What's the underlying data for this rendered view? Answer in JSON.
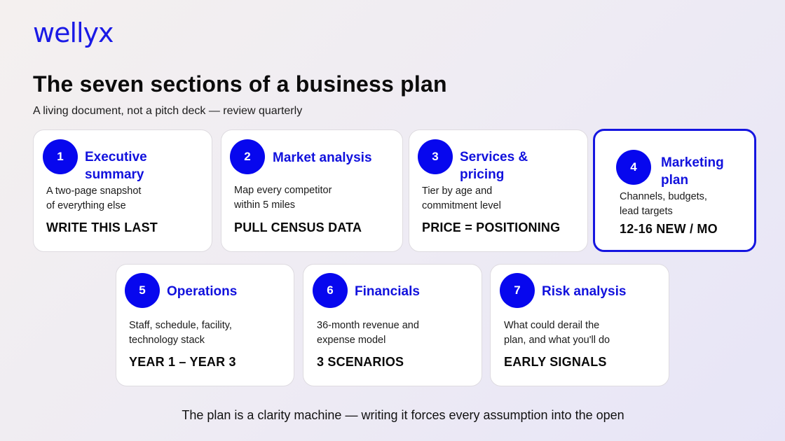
{
  "brand": {
    "logo": "wellyx",
    "accent_color": "#1515e0"
  },
  "header": {
    "title": "The seven sections of a business plan",
    "subtitle": "A living document, not a pitch deck — review quarterly"
  },
  "sections": [
    {
      "number": "1",
      "title": "Executive summary",
      "title_lines": [
        "Executive",
        "summary"
      ],
      "description_lines": [
        "A two-page snapshot",
        "of everything else"
      ],
      "tag": "WRITE THIS LAST",
      "highlighted": false
    },
    {
      "number": "2",
      "title": "Market analysis",
      "title_lines": [
        "Market analysis"
      ],
      "description_lines": [
        "Map every competitor",
        "within 5 miles"
      ],
      "tag": "PULL CENSUS DATA",
      "highlighted": false
    },
    {
      "number": "3",
      "title": "Services & pricing",
      "title_lines": [
        "Services &",
        "pricing"
      ],
      "description_lines": [
        "Tier by age and",
        "commitment level"
      ],
      "tag": "PRICE = POSITIONING",
      "highlighted": false
    },
    {
      "number": "4",
      "title": "Marketing plan",
      "title_lines": [
        "Marketing",
        "plan"
      ],
      "description_lines": [
        "Channels, budgets,",
        "lead targets"
      ],
      "tag": "12-16 NEW / MO",
      "highlighted": true
    },
    {
      "number": "5",
      "title": "Operations",
      "title_lines": [
        "Operations"
      ],
      "description_lines": [
        "Staff, schedule, facility,",
        "technology stack"
      ],
      "tag": "YEAR 1 – YEAR 3",
      "highlighted": false
    },
    {
      "number": "6",
      "title": "Financials",
      "title_lines": [
        "Financials"
      ],
      "description_lines": [
        "36-month revenue and",
        "expense model"
      ],
      "tag": "3 SCENARIOS",
      "highlighted": false
    },
    {
      "number": "7",
      "title": "Risk analysis",
      "title_lines": [
        "Risk analysis"
      ],
      "description_lines": [
        "What could derail the",
        "plan, and what you'll do"
      ],
      "tag": "EARLY SIGNALS",
      "highlighted": false
    }
  ],
  "footer": {
    "text": "The plan is a clarity machine — writing it forces every assumption into the open"
  }
}
